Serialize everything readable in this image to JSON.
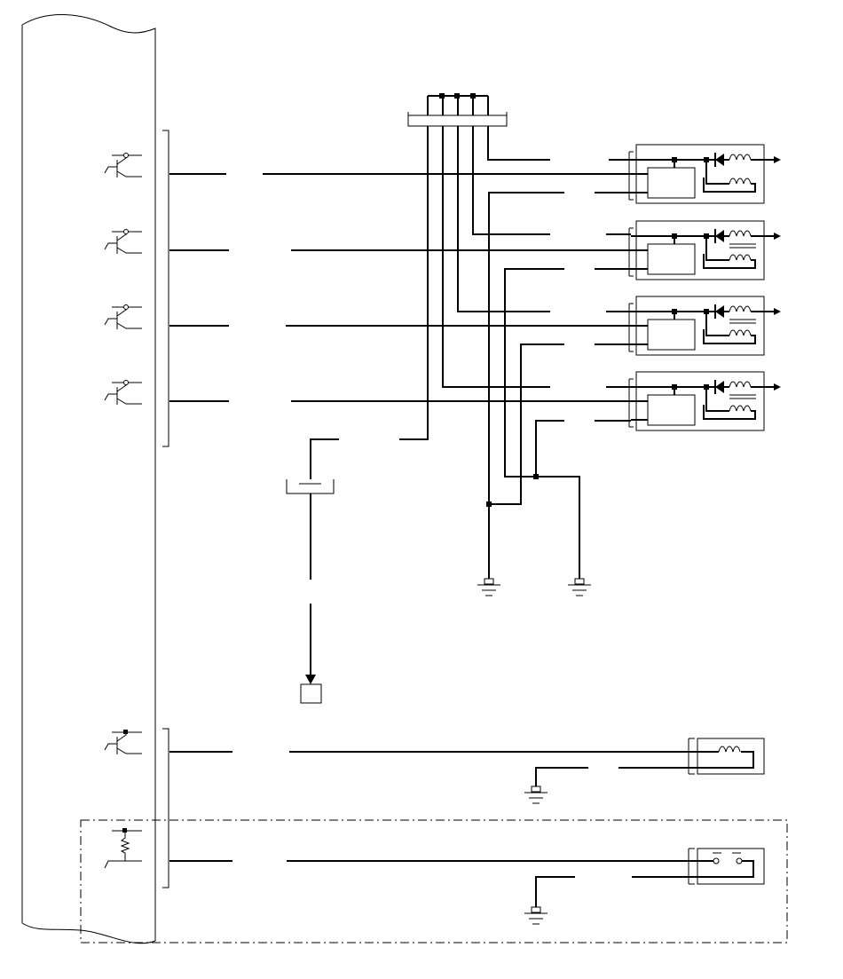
{
  "diagram": {
    "type": "wiring-schematic",
    "colors": {
      "line": "#000000",
      "background": "#ffffff"
    },
    "control_unit": {
      "driver_transistors": 5,
      "sensor_inputs": 1
    },
    "coil_modules": {
      "count": 4,
      "outputs": [
        "arrow",
        "arrow",
        "arrow",
        "arrow"
      ]
    },
    "loads": [
      "coil-connector",
      "switch-connector"
    ],
    "ground_symbols": 4,
    "optional_area": "dash-dot-border"
  }
}
